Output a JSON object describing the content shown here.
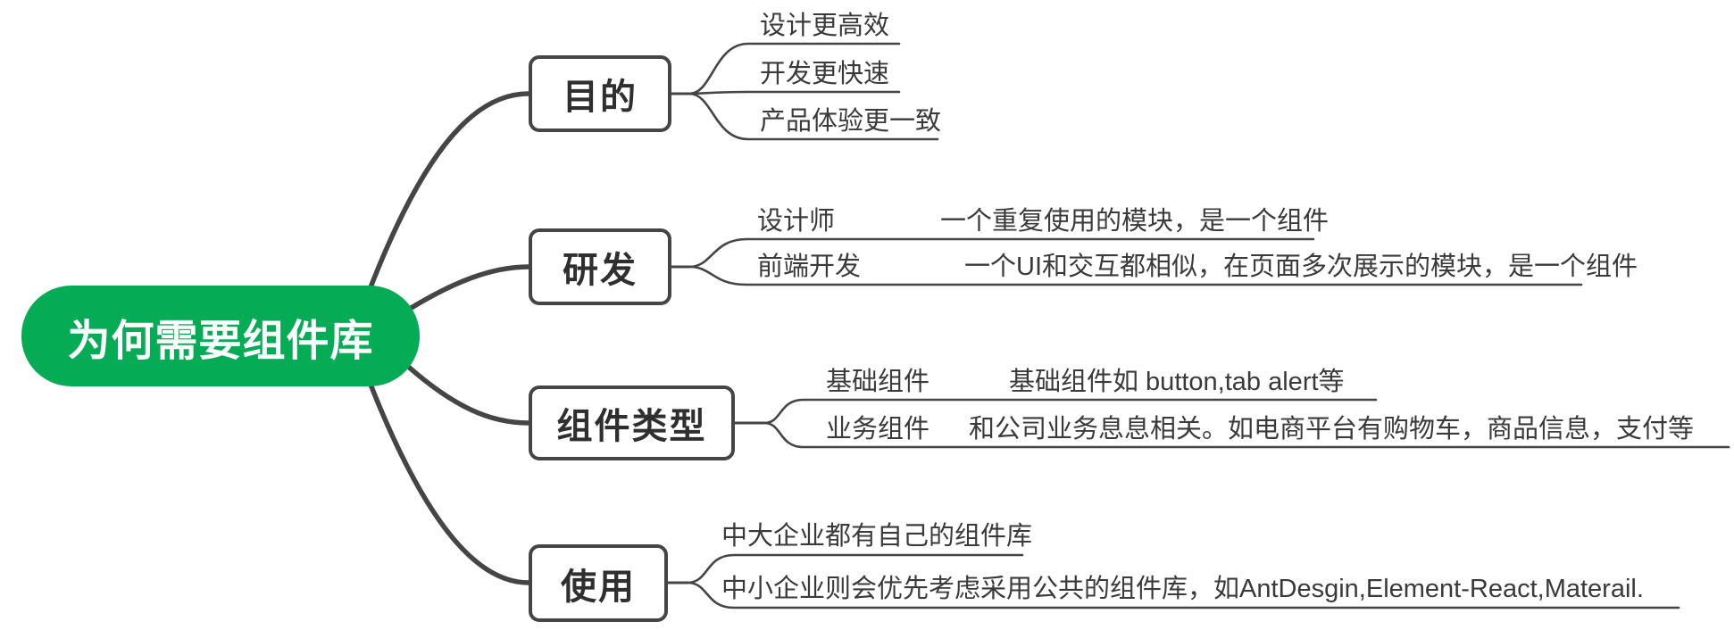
{
  "central": {
    "label": "为何需要组件库"
  },
  "branches": [
    {
      "label": "目的",
      "leaves": [
        {
          "text": "设计更高效"
        },
        {
          "text": "开发更快速"
        },
        {
          "text": "产品体验更一致"
        }
      ]
    },
    {
      "label": "研发",
      "leaves": [
        {
          "label": "设计师",
          "text": "一个重复使用的模块，是一个组件"
        },
        {
          "label": "前端开发",
          "text": "一个UI和交互都相似，在页面多次展示的模块，是一个组件"
        }
      ]
    },
    {
      "label": "组件类型",
      "leaves": [
        {
          "label": "基础组件",
          "text": "基础组件如 button,tab alert等"
        },
        {
          "label": "业务组件",
          "text": "和公司业务息息相关。如电商平台有购物车，商品信息，支付等"
        }
      ]
    },
    {
      "label": "使用",
      "leaves": [
        {
          "text": "中大企业都有自己的组件库"
        },
        {
          "text": "中小企业则会优先考虑采用公共的组件库，如AntDesgin,Element-React,Materail."
        }
      ]
    }
  ],
  "colors": {
    "central_bg": "#05ab55",
    "central_text": "#ffffff",
    "line": "#454545",
    "node_border": "#454545",
    "node_text": "#2f2f2f",
    "leaf_text": "#3a3a3a",
    "background": "#ffffff"
  }
}
